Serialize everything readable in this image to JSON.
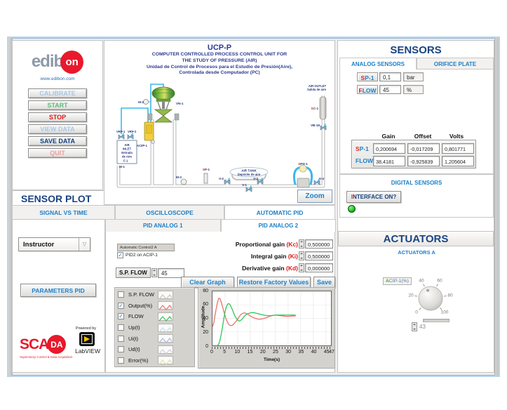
{
  "left_panel": {
    "logo_edib": "edib",
    "logo_on": "on",
    "logo_url": "www.edibon.com",
    "buttons": [
      {
        "label": "CALIBRATE"
      },
      {
        "label": "START"
      },
      {
        "label": "STOP"
      },
      {
        "label": "VIEW DATA"
      },
      {
        "label": "SAVE DATA"
      },
      {
        "label": "QUIT"
      }
    ],
    "sensor_plot_title": "SENSOR PLOT",
    "instructor_dropdown": "Instructor",
    "parameters_pid_button": "PARAMETERS PID",
    "scada": {
      "part1": "SCA",
      "part2": "DA",
      "tagline": "Supervisory Control & Data Acquisition"
    },
    "powered_by": "Powered by",
    "labview": "LabVIEW"
  },
  "diagram": {
    "title": "UCP-P",
    "line1": "COMPUTER CONTROLLED PROCESS CONTROL UNIT FOR",
    "line2": "THE STUDY OF PRESSURE (AIR)",
    "line3": "Unidad de Control de Procesos para el Estudio de Presión(Aire),",
    "line4": "Controlada desde Computador (PC)",
    "zoom_button": "Zoom",
    "labels": {
      "m2": "M-2",
      "vn1": "VN-1",
      "vrp1": "VRP-1",
      "vrp2": "VRP-2",
      "acip1": "ACI/P-1",
      "air_inlet1": "AIR",
      "air_inlet2": "INLET",
      "air_inlet3": "Entrada",
      "air_inlet4": "de Aire",
      "f1": "F-1",
      "m1": "M-1",
      "m3": "M-3",
      "sp1_r": "S",
      "sp1_b": "P-1",
      "v1": "V-1",
      "v2": "V-2",
      "v3": "V-3",
      "v4": "V-4",
      "air_tank1": "AIR TANK",
      "air_tank2": "Depósito de aire",
      "spd1_r": "S",
      "spd1_b": "PD-1",
      "air_outlet1": "AIR OUTLET",
      "air_outlet2": "Salida de aire",
      "sc1_r": "S",
      "sc1_b": "C-1",
      "vb19": "VB-19"
    }
  },
  "sensors": {
    "title": "SENSORS",
    "tab_analog": "ANALOG SENSORS",
    "tab_orifice": "ORIFICE PLATE",
    "rows": [
      {
        "name_r": "S",
        "name_b": "P-1",
        "value": "0,1",
        "unit": "bar"
      },
      {
        "name_r": "F",
        "name_b": "LOW",
        "value": "45",
        "unit": "%"
      }
    ],
    "calib_headers": [
      "Gain",
      "Offset",
      "Volts"
    ],
    "calib_rows": [
      {
        "name_r": "S",
        "name_b": "P-1",
        "gain": "0,200694",
        "offset": "-0,017209",
        "volts": "0,801771"
      },
      {
        "name_r": "",
        "name_b": "FLOW",
        "gain": "38,4181",
        "offset": "-0,925839",
        "volts": "1,205604"
      }
    ],
    "digital_title": "DIGITAL SENSORS",
    "interface_r": "I",
    "interface_b": "NTERFACE ON?"
  },
  "plot_tabs": [
    {
      "label": "SIGNAL VS TIME"
    },
    {
      "label": "OSCILLOSCOPE"
    },
    {
      "label": "AUTOMATIC PID"
    }
  ],
  "pid": {
    "tab1": "PID ANALOG 1",
    "tab2": "PID ANALOG 2",
    "auto_label": "Automatic Control2 A",
    "checkbox_label": "PID2 on ACIP-1",
    "sp_flow_label": "S.P. FLOW",
    "sp_flow_value": "45",
    "gain_rows": [
      {
        "label": "Proportional gain",
        "k": "(Kc)",
        "value": "0,500000"
      },
      {
        "label": "Integral gain",
        "k": "(Ki)",
        "value": "0,500000"
      },
      {
        "label": "Derivative gain",
        "k": "(Kd)",
        "value": "0,000000"
      }
    ],
    "clear_button": "Clear Graph",
    "restore_button": "Restore Factory Values",
    "save_button": "Save"
  },
  "actuators": {
    "title": "ACTUATORS",
    "subtitle": "ACTUATORS A",
    "knob_label_g": "A",
    "knob_label_b": "CIP-1(%)",
    "knob_ticks": [
      "0",
      "20",
      "40",
      "60",
      "80",
      "100"
    ],
    "knob_value": "43"
  },
  "chart_data": {
    "type": "line",
    "title": "",
    "xlabel": "Time(s)",
    "ylabel": "Amplitude",
    "xlim": [
      0,
      47
    ],
    "ylim": [
      0,
      80
    ],
    "x_ticks": [
      0,
      5,
      10,
      15,
      20,
      25,
      30,
      35,
      40,
      45,
      47
    ],
    "y_ticks": [
      0,
      20,
      40,
      60,
      80
    ],
    "grid": true,
    "legend_position": "left",
    "legend": [
      {
        "label": "S.P. FLOW",
        "checked": false,
        "color": "#c4c4c4"
      },
      {
        "label": "Output(%)",
        "checked": true,
        "color": "#ef7066"
      },
      {
        "label": "FLOW",
        "checked": true,
        "color": "#2fc556"
      },
      {
        "label": "Up(t)",
        "checked": false,
        "color": "#c2dcea"
      },
      {
        "label": "Ui(t)",
        "checked": false,
        "color": "#aab6dc"
      },
      {
        "label": "Ud(t)",
        "checked": false,
        "color": "#dcc6e0"
      },
      {
        "label": "Error(%)",
        "checked": false,
        "color": "#e6dcab"
      }
    ],
    "series": [
      {
        "name": "Output(%)",
        "color": "#ef7066",
        "points": [
          [
            0,
            28
          ],
          [
            0.5,
            33
          ],
          [
            1,
            44
          ],
          [
            1.5,
            55
          ],
          [
            2,
            64
          ],
          [
            2.5,
            70
          ],
          [
            3,
            69
          ],
          [
            3.5,
            64
          ],
          [
            4,
            57
          ],
          [
            4.5,
            50
          ],
          [
            5,
            44
          ],
          [
            5.5,
            38
          ],
          [
            6,
            34
          ],
          [
            6.5,
            31
          ],
          [
            7,
            29.5
          ],
          [
            7.5,
            29.5
          ],
          [
            8,
            30
          ],
          [
            8.5,
            32
          ],
          [
            9,
            34
          ],
          [
            9.5,
            36.5
          ],
          [
            10,
            39
          ],
          [
            10.5,
            42
          ],
          [
            11,
            44.5
          ],
          [
            11.5,
            46.5
          ],
          [
            12,
            47.5
          ],
          [
            12.5,
            48
          ],
          [
            13,
            48
          ],
          [
            13.5,
            47
          ],
          [
            14,
            46
          ],
          [
            14.5,
            45
          ],
          [
            15,
            43.5
          ],
          [
            16,
            41.5
          ],
          [
            17,
            40
          ],
          [
            18,
            39
          ],
          [
            19,
            38.8
          ],
          [
            20,
            39.5
          ],
          [
            21,
            40.5
          ],
          [
            22,
            42
          ],
          [
            23,
            43.5
          ],
          [
            24,
            44.5
          ],
          [
            25,
            45
          ],
          [
            26,
            44.5
          ],
          [
            27,
            44
          ],
          [
            28,
            43.5
          ],
          [
            29,
            43
          ],
          [
            30,
            43
          ],
          [
            31,
            43.2
          ],
          [
            32,
            43.5
          ],
          [
            33,
            43.5
          ]
        ]
      },
      {
        "name": "FLOW",
        "color": "#2fc556",
        "points": [
          [
            2,
            0
          ],
          [
            2.5,
            2
          ],
          [
            3,
            8
          ],
          [
            3.5,
            17
          ],
          [
            4,
            28
          ],
          [
            4.5,
            40
          ],
          [
            5,
            50
          ],
          [
            5.5,
            57
          ],
          [
            6,
            61
          ],
          [
            6.5,
            62
          ],
          [
            7,
            60
          ],
          [
            7.5,
            56
          ],
          [
            8,
            52
          ],
          [
            8.5,
            47
          ],
          [
            9,
            43
          ],
          [
            9.5,
            40
          ],
          [
            10,
            37.5
          ],
          [
            10.5,
            36
          ],
          [
            11,
            36.5
          ],
          [
            11.5,
            38
          ],
          [
            12,
            40
          ],
          [
            12.5,
            42.5
          ],
          [
            13,
            44.5
          ],
          [
            13.5,
            46
          ],
          [
            14,
            47
          ],
          [
            14.5,
            47.5
          ],
          [
            15,
            48
          ],
          [
            15.5,
            48.5
          ],
          [
            16,
            48.5
          ],
          [
            17,
            48
          ],
          [
            18,
            47
          ],
          [
            19,
            46
          ],
          [
            20,
            45.2
          ],
          [
            21,
            44.5
          ],
          [
            22,
            44
          ],
          [
            23,
            44
          ],
          [
            24,
            44.5
          ],
          [
            25,
            45
          ],
          [
            26,
            45
          ],
          [
            27,
            45
          ],
          [
            28,
            45
          ],
          [
            29,
            45
          ],
          [
            30,
            45
          ],
          [
            31,
            45
          ],
          [
            32,
            45
          ],
          [
            33,
            45
          ]
        ]
      }
    ]
  }
}
